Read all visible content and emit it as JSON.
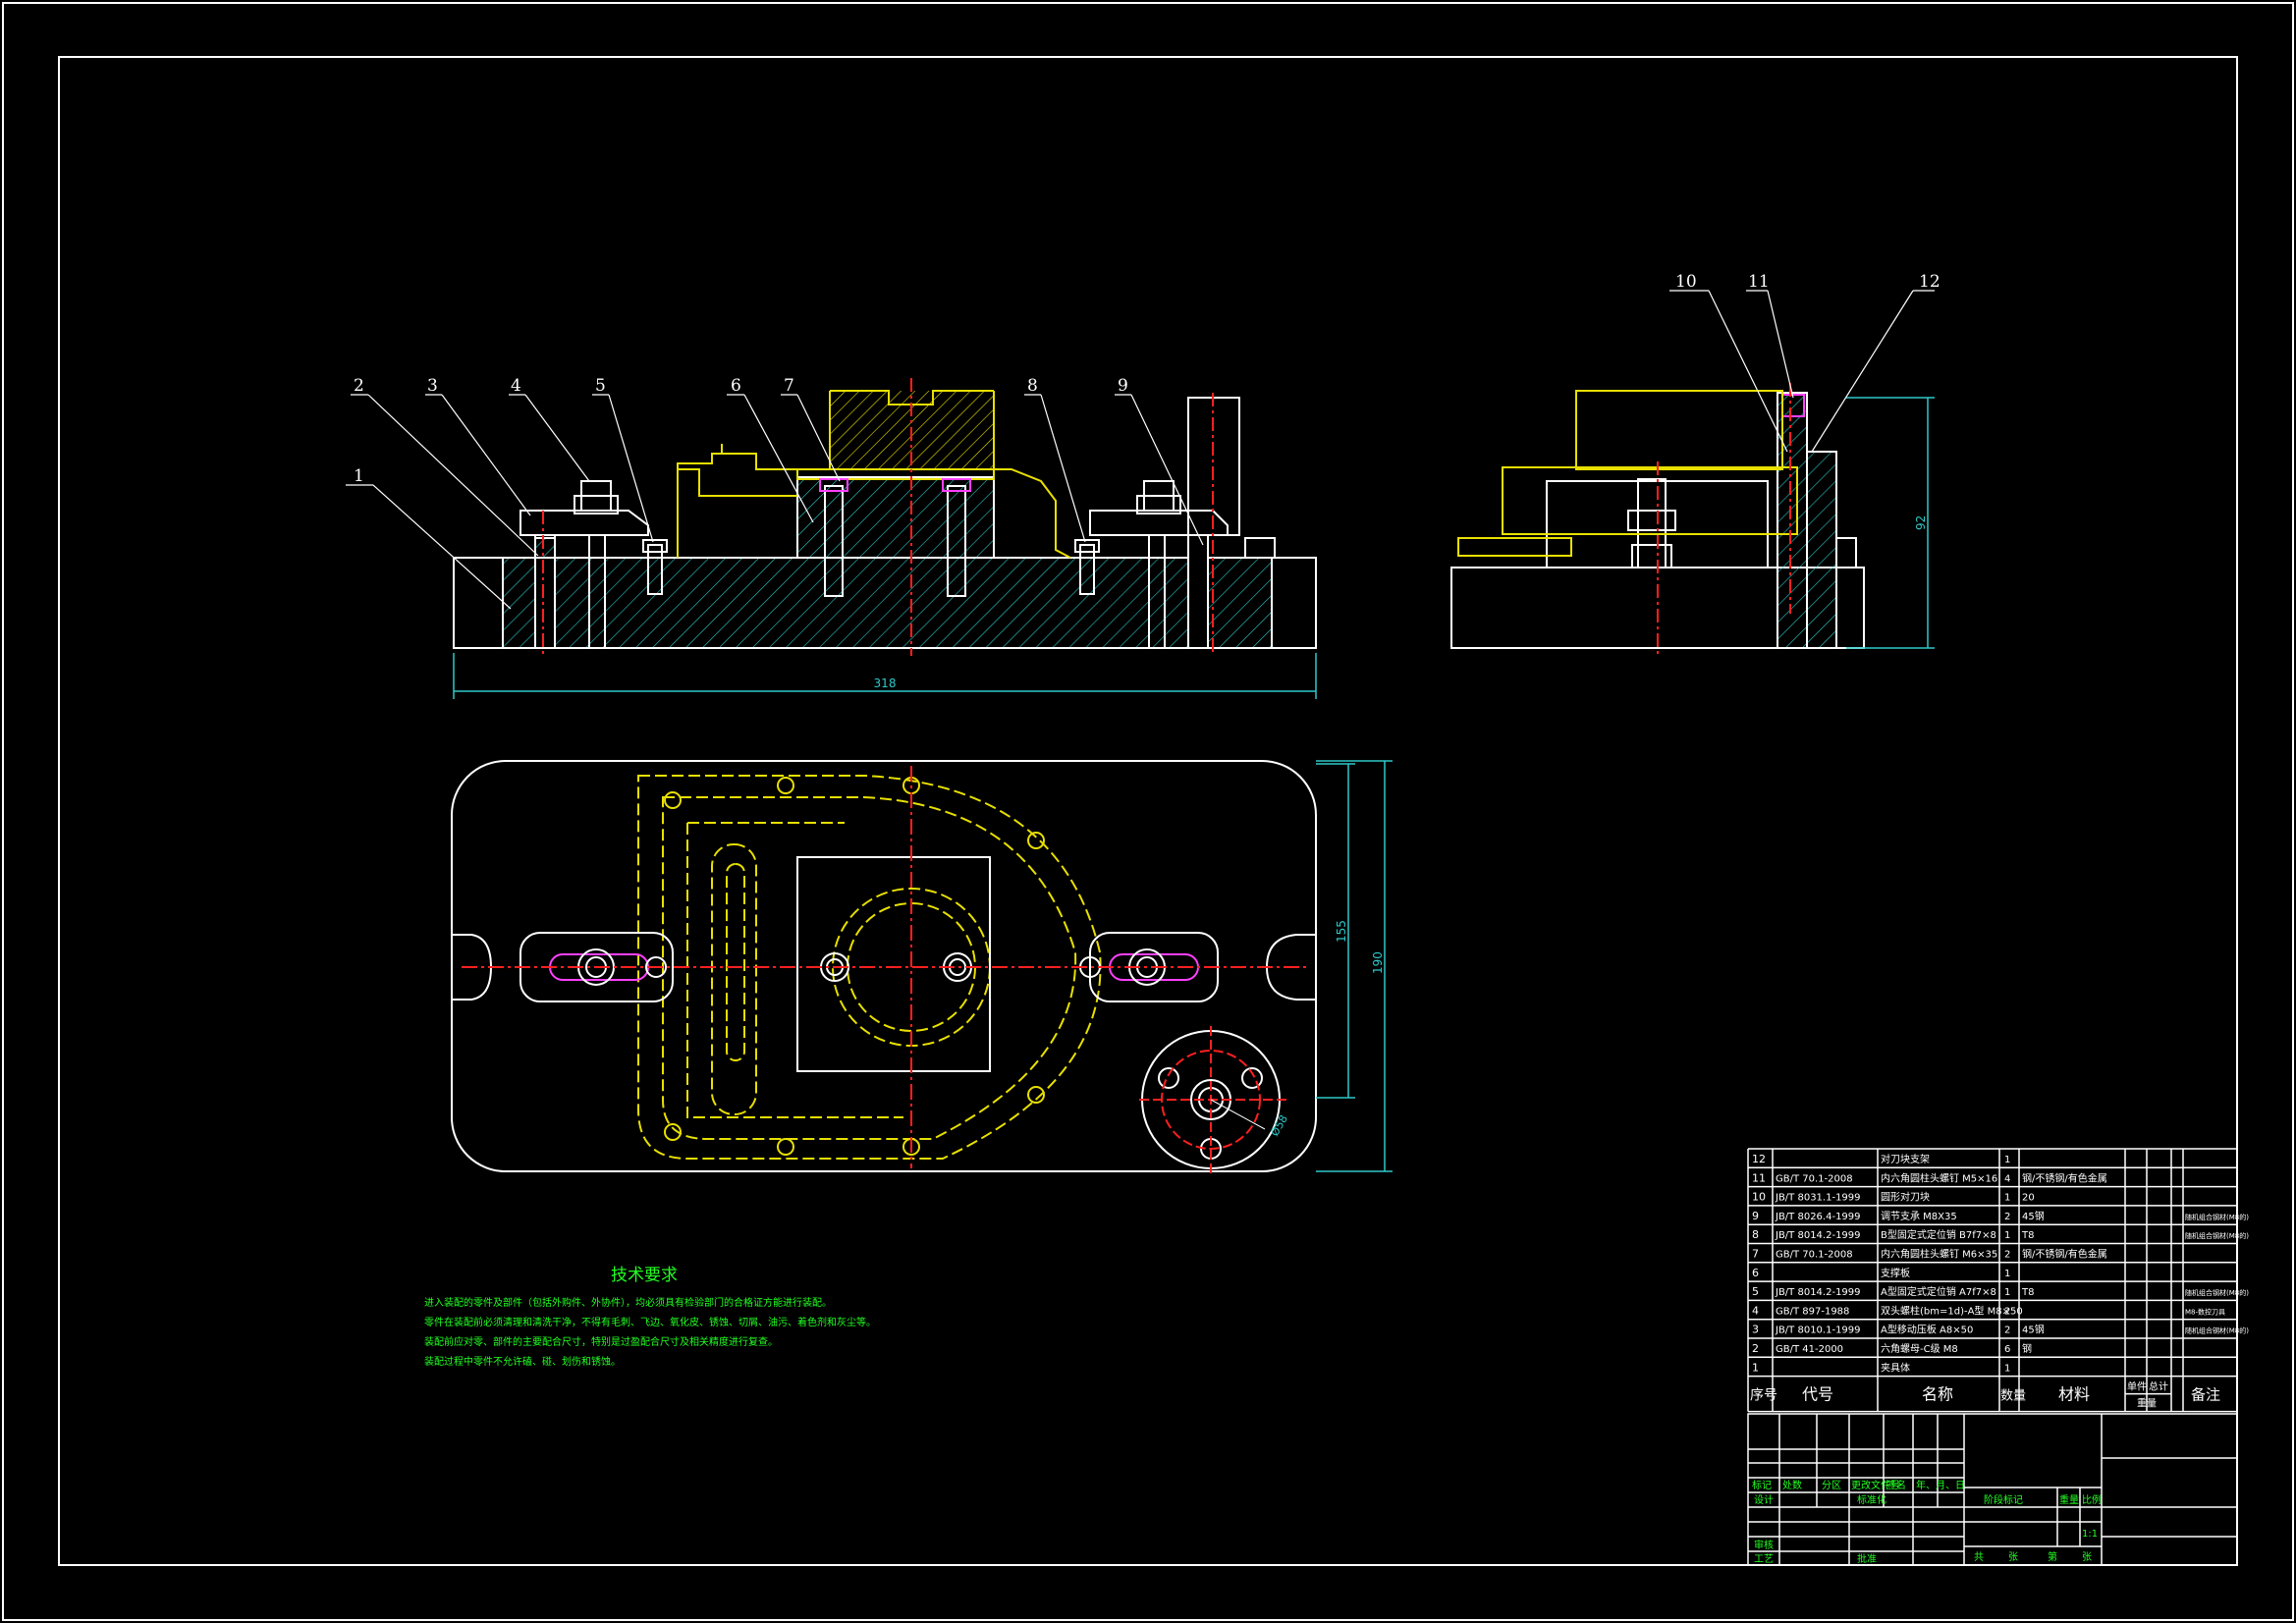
{
  "drawing": {
    "colors": {
      "white": "#ffffff",
      "yellow": "#e8e000",
      "red": "#ff2020",
      "cyan": "#2fc8c8",
      "magenta": "#ff40ff",
      "green": "#22ff22",
      "bg": "#000000"
    },
    "balloons": [
      "1",
      "2",
      "3",
      "4",
      "5",
      "6",
      "7",
      "8",
      "9",
      "10",
      "11",
      "12"
    ],
    "dims": {
      "front_length": "318",
      "plan_inner": "155",
      "plan_outer": "190",
      "side_height": "92",
      "pin_dia": "Ø58"
    }
  },
  "tech": {
    "title": "技术要求",
    "lines": [
      "进入装配的零件及部件（包括外购件、外协件），均必须具有检验部门的合格证方能进行装配。",
      "零件在装配前必须清理和清洗干净，不得有毛刺、飞边、氧化皮、锈蚀、切屑、油污、着色剂和灰尘等。",
      "装配前应对零、部件的主要配合尺寸，特别是过盈配合尺寸及相关精度进行复查。",
      "装配过程中零件不允许磕、碰、划伤和锈蚀。"
    ]
  },
  "bom": {
    "rows": [
      {
        "no": "12",
        "code": "",
        "name": "对刀块支架",
        "qty": "1",
        "mat": "",
        "note": ""
      },
      {
        "no": "11",
        "code": "GB/T 70.1-2008",
        "name": "内六角圆柱头螺钉 M5×16",
        "qty": "4",
        "mat": "钢/不锈钢/有色金属",
        "note": ""
      },
      {
        "no": "10",
        "code": "JB/T 8031.1-1999",
        "name": "圆形对刀块",
        "qty": "1",
        "mat": "20",
        "note": ""
      },
      {
        "no": "9",
        "code": "JB/T 8026.4-1999",
        "name": "调节支承 M8X35",
        "qty": "2",
        "mat": "45钢",
        "note": "随机组合钢材(M8的)"
      },
      {
        "no": "8",
        "code": "JB/T 8014.2-1999",
        "name": "B型固定式定位销 B7f7×8",
        "qty": "1",
        "mat": "T8",
        "note": "随机组合钢材(M8的)"
      },
      {
        "no": "7",
        "code": "GB/T 70.1-2008",
        "name": "内六角圆柱头螺钉 M6×35",
        "qty": "2",
        "mat": "钢/不锈钢/有色金属",
        "note": ""
      },
      {
        "no": "6",
        "code": "",
        "name": "支撑板",
        "qty": "1",
        "mat": "",
        "note": ""
      },
      {
        "no": "5",
        "code": "JB/T 8014.2-1999",
        "name": "A型固定式定位销 A7f7×8",
        "qty": "1",
        "mat": "T8",
        "note": "随机组合钢材(M8的)"
      },
      {
        "no": "4",
        "code": "GB/T 897-1988",
        "name": "双头螺柱(bm=1d)-A型 M8×50",
        "qty": "2",
        "mat": "",
        "note": "M8-数控刀具"
      },
      {
        "no": "3",
        "code": "JB/T 8010.1-1999",
        "name": "A型移动压板 A8×50",
        "qty": "2",
        "mat": "45钢",
        "note": "随机组合钢材(M8的)"
      },
      {
        "no": "2",
        "code": "GB/T 41-2000",
        "name": "六角螺母-C级 M8",
        "qty": "6",
        "mat": "钢",
        "note": ""
      },
      {
        "no": "1",
        "code": "",
        "name": "夹具体",
        "qty": "1",
        "mat": "",
        "note": ""
      }
    ],
    "header": {
      "no": "序号",
      "code": "代号",
      "name": "名称",
      "qty": "数量",
      "mat": "材料",
      "unit": "单件",
      "total": "总计",
      "weight": "重量",
      "note": "备注"
    }
  },
  "title_block": {
    "row1": [
      "标记",
      "处数",
      "分区",
      "更改文件号",
      "签名",
      "年、月、日"
    ],
    "design": "设计",
    "std": "标准化",
    "check": "审核",
    "process": "工艺",
    "approve": "批准",
    "stage": "阶段标记",
    "weight": "重量",
    "scale": "比例",
    "scale_val": "1:1",
    "sheets": [
      "共",
      "张",
      "第",
      "张"
    ]
  }
}
